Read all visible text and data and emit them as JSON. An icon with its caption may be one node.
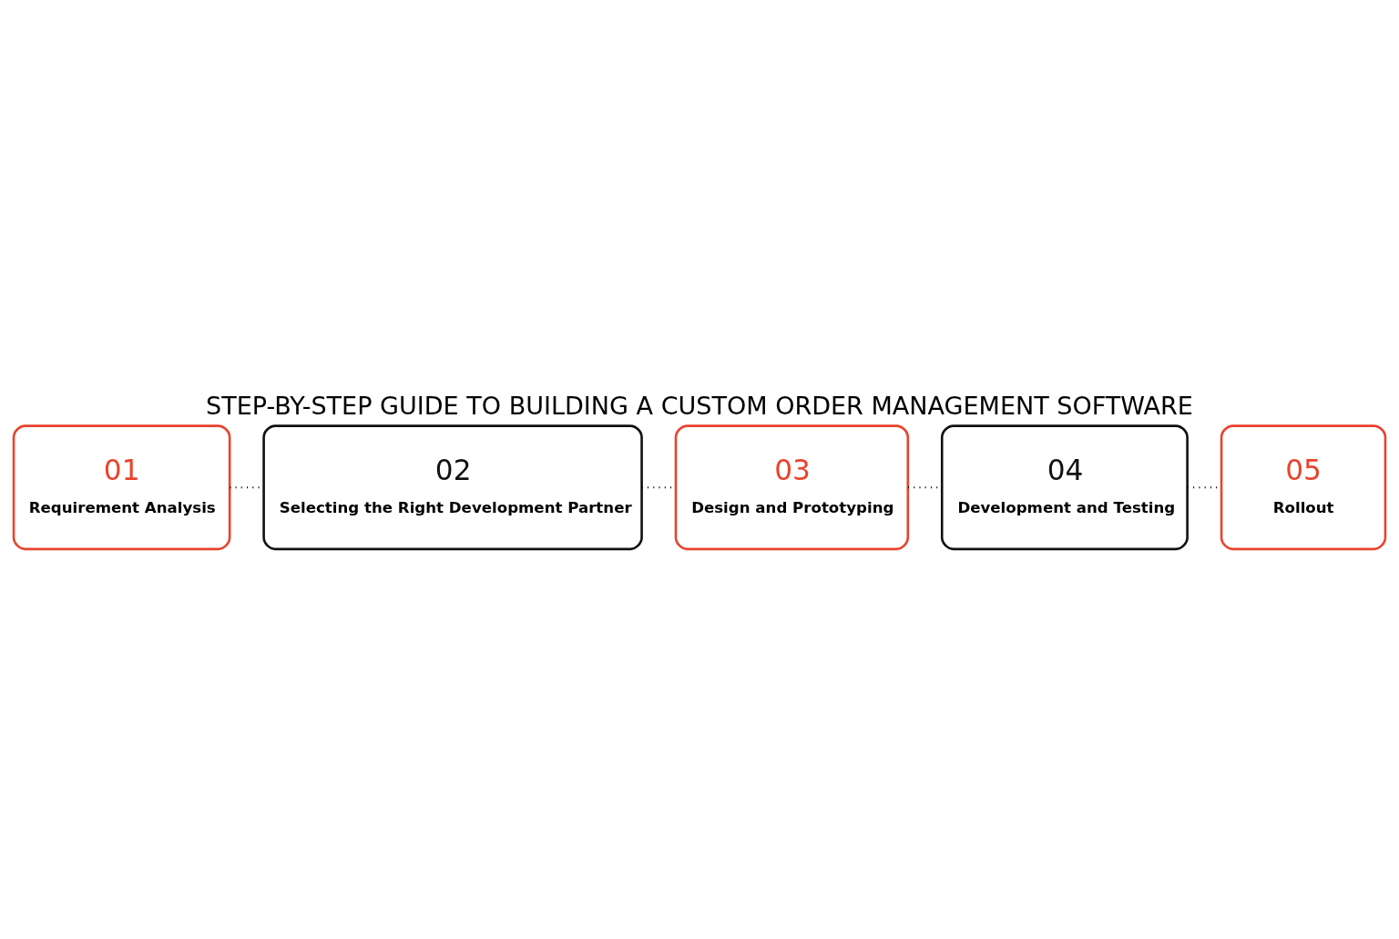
{
  "diagram": {
    "title": "STEP-BY-STEP GUIDE TO BUILDING A CUSTOM ORDER MANAGEMENT SOFTWARE",
    "nodes": [
      {
        "text": [
          "01",
          "Requirement Analysis"
        ]
      },
      {
        "text": [
          "02",
          "Selecting the Right Development Partner"
        ]
      },
      {
        "text": [
          "03",
          "Design and Prototyping"
        ]
      },
      {
        "text": [
          "04",
          "Development and Testing"
        ]
      },
      {
        "text": [
          "05",
          "Rollout"
        ]
      }
    ],
    "edges": [
      {
        "from": 0,
        "to": 1,
        "arrow": "none",
        "style": "dashed"
      },
      {
        "from": 1,
        "to": 2,
        "arrow": "none",
        "style": "dashed"
      },
      {
        "from": 2,
        "to": 3,
        "arrow": "none",
        "style": "dashed"
      },
      {
        "from": 3,
        "to": 4,
        "arrow": "none",
        "style": "dashed"
      }
    ]
  }
}
